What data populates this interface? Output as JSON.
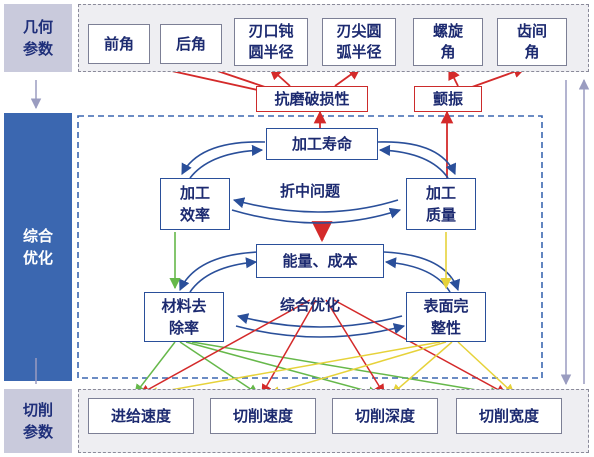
{
  "colors": {
    "navy": "#2a4f9a",
    "accent_red": "#d42a2a",
    "green": "#66b84a",
    "yellow": "#e6d23a",
    "band_gray": "#cfd0de",
    "side_blue": "#3b67b0"
  },
  "bands": {
    "top_label": "几何\n参数",
    "middle_label": "综合\n优化",
    "bottom_label": "切削\n参数"
  },
  "geometry_params": [
    {
      "id": "rake",
      "label": "前角"
    },
    {
      "id": "flank",
      "label": "后角"
    },
    {
      "id": "edge_radius",
      "label": "刃口钝\n圆半径"
    },
    {
      "id": "tip_radius",
      "label": "刃尖圆\n弧半径"
    },
    {
      "id": "helix",
      "label": "螺旋\n角"
    },
    {
      "id": "tooth_angle",
      "label": "齿间\n角"
    }
  ],
  "effects": {
    "wear_resistance": "抗磨破损性",
    "chatter": "颤振"
  },
  "core": {
    "tool_life": "加工寿命",
    "efficiency": "加工\n效率",
    "quality": "加工\n质量",
    "tradeoff": "折中问题",
    "energy_cost": "能量、成本",
    "removal_rate": "材料去\n除率",
    "surface_integrity": "表面完\n整性",
    "overall_opt": "综合优化"
  },
  "cutting_params": [
    {
      "id": "feed",
      "label": "进给速度"
    },
    {
      "id": "speed",
      "label": "切削速度"
    },
    {
      "id": "depth",
      "label": "切削深度"
    },
    {
      "id": "width",
      "label": "切削宽度"
    }
  ]
}
